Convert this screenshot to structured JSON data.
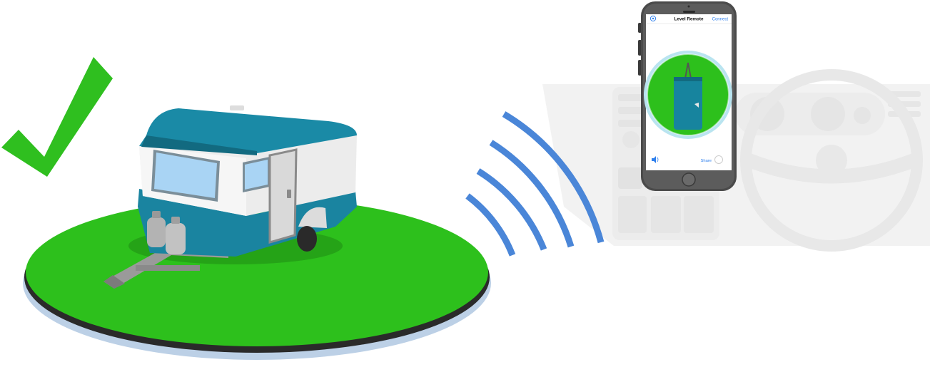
{
  "phone": {
    "title": "Level Remote",
    "connect_label": "Connect",
    "share_label": "Share"
  },
  "status": {
    "level_ok": true
  },
  "colors": {
    "check_green": "#2fbf1f",
    "platform_green": "#2dc01c",
    "signal_blue": "#4a86d8",
    "caravan_teal": "#17849e",
    "ios_blue": "#2f80ed"
  },
  "icons": {
    "check": "checkmark-icon",
    "signal": "wifi-signal-icon",
    "settings": "settings-icon",
    "sound": "speaker-icon",
    "toggle": "toggle-icon"
  }
}
